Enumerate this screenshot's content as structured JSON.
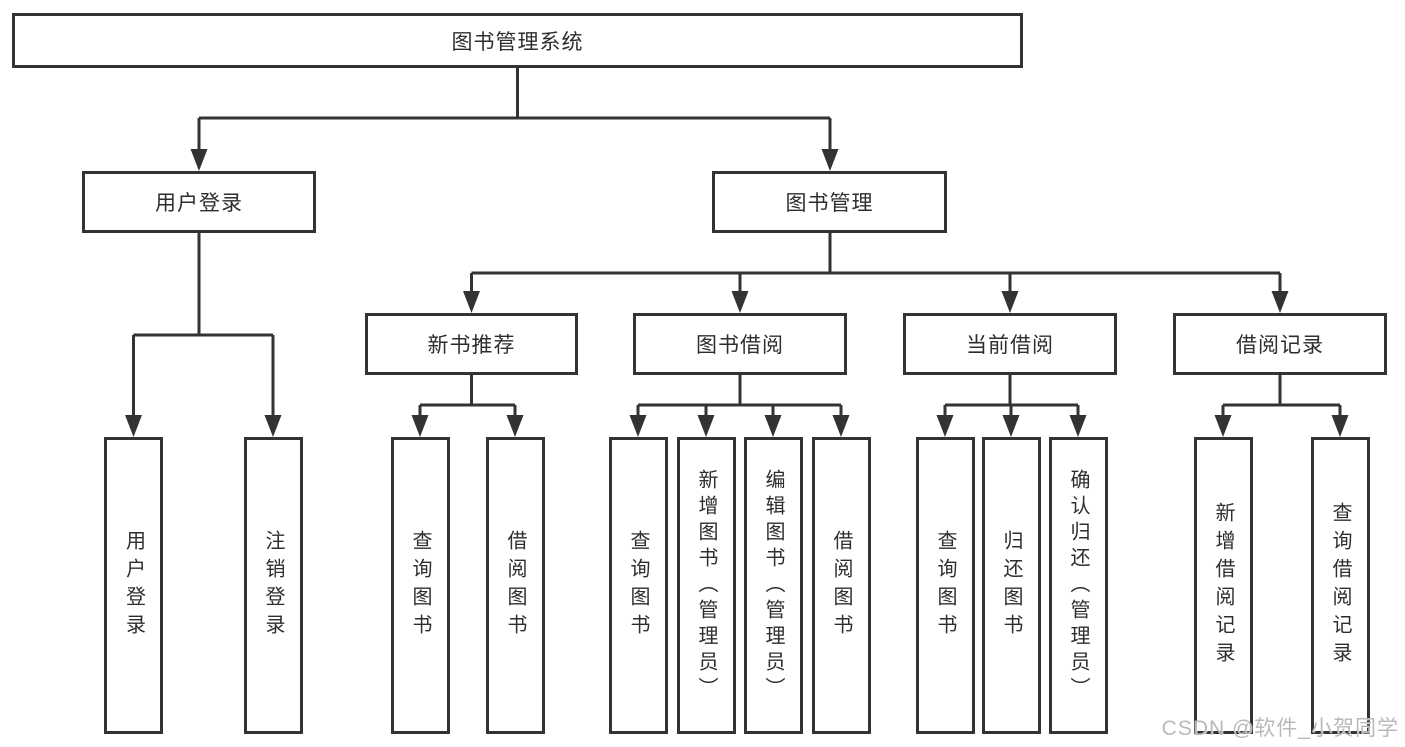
{
  "title": "图书管理系统",
  "branches": {
    "user_login": {
      "label": "用户登录",
      "children": [
        "用户登录",
        "注销登录"
      ]
    },
    "book_management": {
      "label": "图书管理",
      "children": [
        {
          "label": "新书推荐",
          "children": [
            "查询图书",
            "借阅图书"
          ]
        },
        {
          "label": "图书借阅",
          "children": [
            "查询图书",
            "新增图书（管理员）",
            "编辑图书（管理员）",
            "借阅图书"
          ]
        },
        {
          "label": "当前借阅",
          "children": [
            "查询图书",
            "归还图书",
            "确认归还（管理员）"
          ]
        },
        {
          "label": "借阅记录",
          "children": [
            "新增借阅记录",
            "查询借阅记录"
          ]
        }
      ]
    }
  },
  "watermark": "CSDN @软件_小贺同学",
  "colors": {
    "line": "#333333",
    "text": "#2e2e2e",
    "watermark": "#b9b9b9",
    "background": "#ffffff"
  }
}
